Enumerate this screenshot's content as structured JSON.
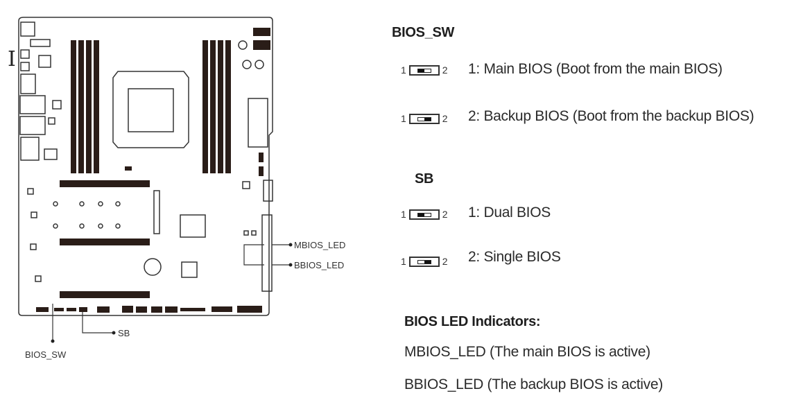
{
  "diagram": {
    "labels": {
      "mbios_led": "MBIOS_LED",
      "bbios_led": "BBIOS_LED",
      "sb": "SB",
      "bios_sw": "BIOS_SW"
    }
  },
  "bios_sw": {
    "title": "BIOS_SW",
    "options": [
      {
        "pin_left": "1",
        "pin_right": "2",
        "position": "left",
        "text": "1: Main BIOS (Boot from the main BIOS)"
      },
      {
        "pin_left": "1",
        "pin_right": "2",
        "position": "right",
        "text": "2: Backup BIOS (Boot from the backup BIOS)"
      }
    ]
  },
  "sb": {
    "title": "SB",
    "options": [
      {
        "pin_left": "1",
        "pin_right": "2",
        "position": "left",
        "text": "1: Dual BIOS"
      },
      {
        "pin_left": "1",
        "pin_right": "2",
        "position": "right",
        "text": "2: Single BIOS"
      }
    ]
  },
  "led": {
    "title": "BIOS LED Indicators:",
    "items": [
      "MBIOS_LED (The main BIOS is active)",
      "BBIOS_LED (The backup BIOS is active)"
    ]
  }
}
